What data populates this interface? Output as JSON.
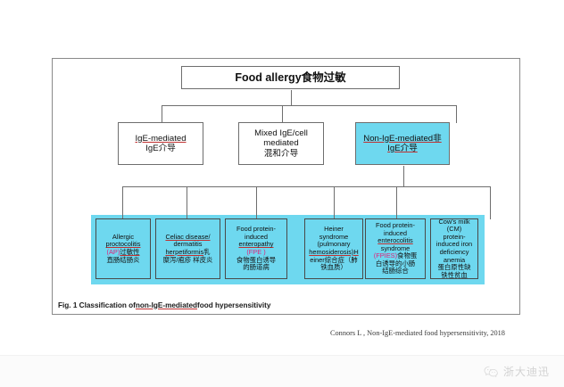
{
  "figure": {
    "root": {
      "label": "Food allergy食物过敏"
    },
    "tier2": [
      {
        "id": "ige",
        "label_en": "IgE-mediated",
        "label_zh": "IgE介导",
        "highlighted": false
      },
      {
        "id": "mixed",
        "label_en": "Mixed IgE/cell mediated",
        "label_zh": "混和介导",
        "highlighted": false
      },
      {
        "id": "nonige",
        "label_en": "Non-IgE-mediated非",
        "label_zh": "IgE介导",
        "highlighted": true
      }
    ],
    "tier3": [
      {
        "id": "ap",
        "line1": "Allergic",
        "line2": "proctocolitis",
        "abbr": "(AP)",
        "zh": "过敏性",
        "zh2": "直肠结肠炎"
      },
      {
        "id": "celiac",
        "line1": "Celiac disease/",
        "line2": "dermatitis",
        "line3": "herpetiformis",
        "zh": "乳",
        "zh2": "糜泻/疱疹 样皮炎"
      },
      {
        "id": "fpe",
        "line1": "Food protein-",
        "line2": "induced",
        "line3": "enteropathy",
        "abbr": "(FPE )",
        "zh": "食物蛋白诱导",
        "zh2": "的肠道病"
      },
      {
        "id": "heiner",
        "line1": "Heiner",
        "line2": "syndrome",
        "line3": "(pulmonary",
        "line4": "hemosiderosis)H",
        "zh": "einer综合症（肺",
        "zh2": "铁血质）"
      },
      {
        "id": "fpies",
        "line1": "Food protein-",
        "line2": "induced",
        "line3": "enterocolitis",
        "line4": "syndrome",
        "abbr": "(FPIES)",
        "zh": "食物蛋",
        "zh2": "白诱导的小肠",
        "zh3": "结肠综合"
      },
      {
        "id": "cm",
        "line1": "Cow's milk",
        "line2": "(CM)",
        "line3": "protein-",
        "line4": "induced iron",
        "line5": "deficiency",
        "line6": "anemia",
        "zh": "蛋白原性缺",
        "zh2": "铁性贫血"
      }
    ],
    "caption": {
      "prefix": "Fig. 1 Classification of ",
      "underlined": "non-IgE-mediated",
      "suffix": " food hypersensitivity"
    }
  },
  "citation": {
    "text": "Connors L , Non-IgE-mediated food hypersensitivity, 2018"
  },
  "bottom_bar": {
    "brand_name": "浙大迪迅",
    "icon": "wechat-icon"
  },
  "colors": {
    "highlight_cyan": "#6ed8ef",
    "box_border": "#6e6e6e",
    "frame_border": "#8a8a8a",
    "abbr_red": "#e0217a",
    "spellcheck_underline": "#c03030",
    "brand_gray": "#d2d2d2"
  }
}
